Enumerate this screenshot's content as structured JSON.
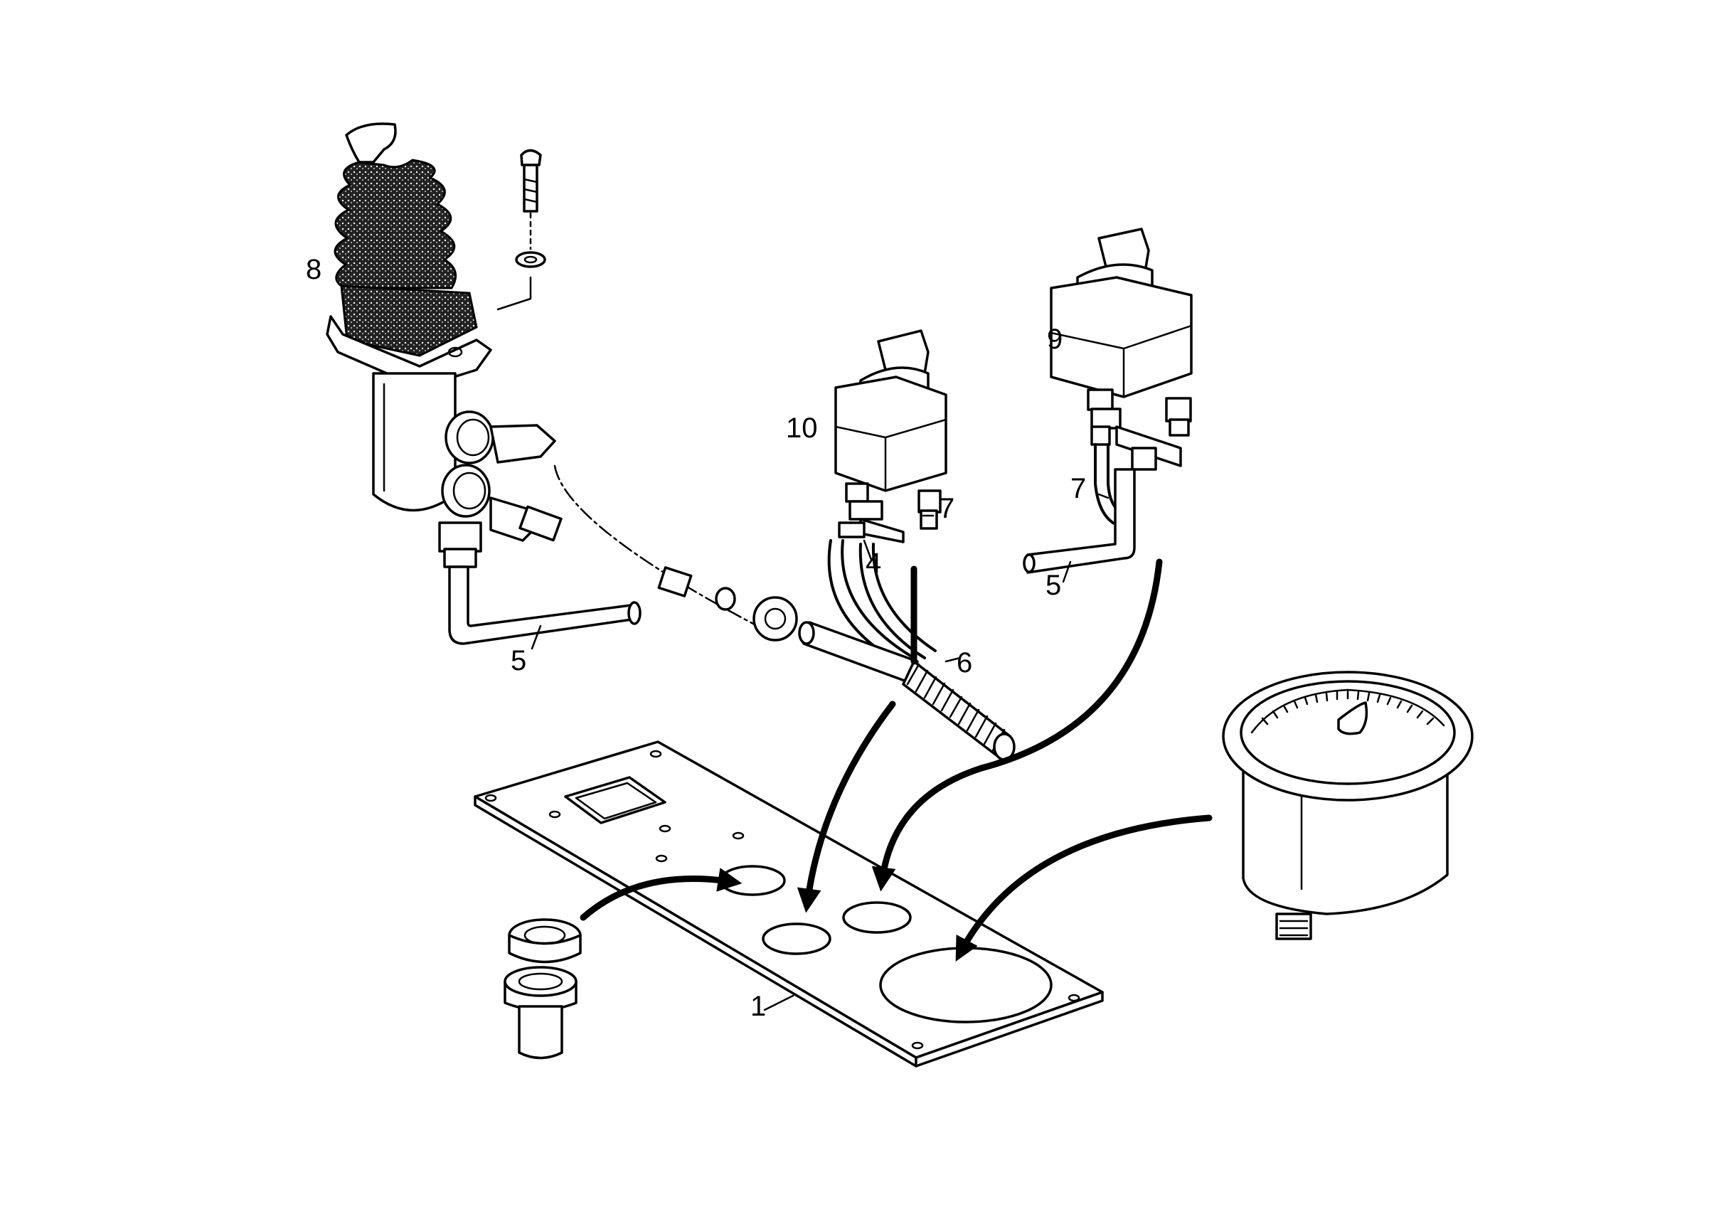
{
  "callouts": [
    {
      "id": "1",
      "text": "1"
    },
    {
      "id": "4",
      "text": "4"
    },
    {
      "id": "5a",
      "text": "5"
    },
    {
      "id": "5b",
      "text": "5"
    },
    {
      "id": "6",
      "text": "6"
    },
    {
      "id": "7a",
      "text": "7"
    },
    {
      "id": "7b",
      "text": "7"
    },
    {
      "id": "8",
      "text": "8"
    },
    {
      "id": "9",
      "text": "9"
    },
    {
      "id": "10",
      "text": "10"
    }
  ]
}
